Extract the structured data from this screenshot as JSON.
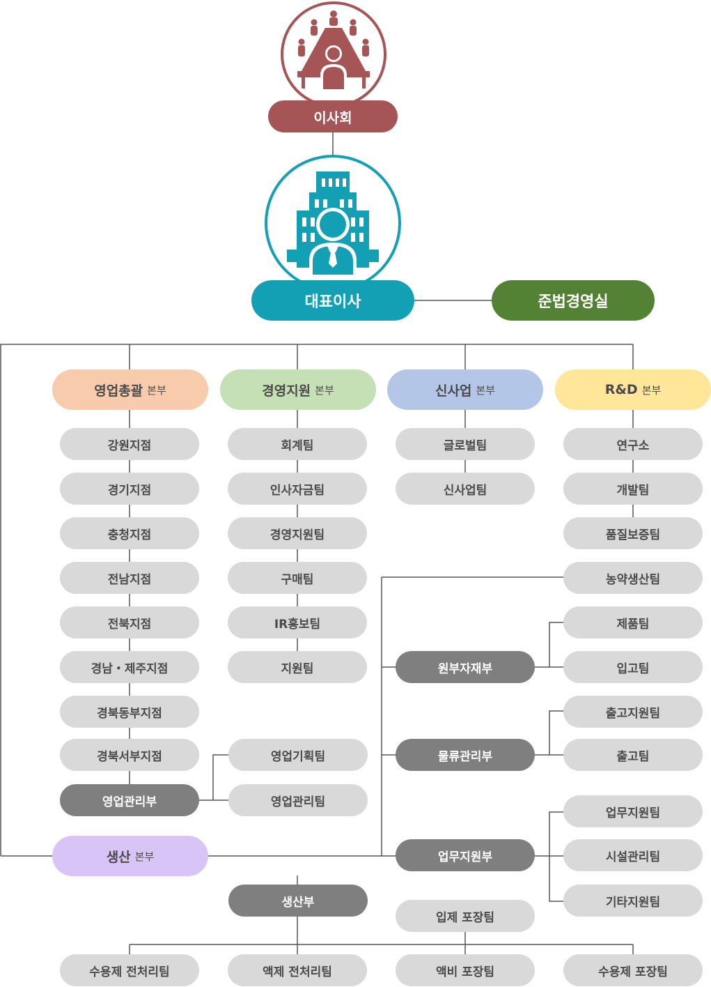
{
  "top": {
    "board": {
      "label": "이사회",
      "icon": "board-meeting-icon",
      "color": "#a65556"
    },
    "ceo": {
      "label": "대표이사",
      "icon": "ceo-building-icon",
      "color": "#14a0b4"
    },
    "compliance": {
      "label": "준법경영실",
      "color": "#538234"
    }
  },
  "divisions": {
    "sales": {
      "label": "영업총괄",
      "suffix": "본부",
      "color": "#f7cbac"
    },
    "management": {
      "label": "경영지원",
      "suffix": "본부",
      "color": "#c5e0b4"
    },
    "newbiz": {
      "label": "신사업",
      "suffix": "본부",
      "color": "#b4c6e7"
    },
    "rnd": {
      "label": "R&D",
      "suffix": "본부",
      "color": "#ffe699"
    },
    "production": {
      "label": "생산",
      "suffix": "본부",
      "color": "#d9c4f7"
    }
  },
  "sales_teams": [
    "강원지점",
    "경기지점",
    "충청지점",
    "전남지점",
    "전북지점",
    "경남・제주지점",
    "경북동부지점",
    "경북서부지점"
  ],
  "sales_mgmt": {
    "label": "영업관리부",
    "teams": [
      "영업기획팀",
      "영업관리팀"
    ]
  },
  "management_teams": [
    "회계팀",
    "인사자금팀",
    "경영지원팀",
    "구매팀",
    "IR홍보팀",
    "지원팀"
  ],
  "newbiz_teams": [
    "글로벌팀",
    "신사업팀"
  ],
  "rnd_teams": [
    "연구소",
    "개발팀",
    "품질보증팀"
  ],
  "production_side": {
    "pesticide_team": "농약생산팀",
    "materials": {
      "label": "원부자재부",
      "teams": [
        "제품팀",
        "입고팀"
      ]
    },
    "logistics": {
      "label": "물류관리부",
      "teams": [
        "출고지원팀",
        "출고팀"
      ]
    },
    "support": {
      "label": "업무지원부",
      "teams": [
        "업무지원팀",
        "시설관리팀",
        "기타지원팀"
      ]
    }
  },
  "production_dept": {
    "label": "생산부",
    "granule_team": "입제 포장팀",
    "teams": [
      "수용제 전처리팀",
      "액제 전처리팀",
      "액비 포장팀",
      "수용제 포장팀"
    ]
  }
}
